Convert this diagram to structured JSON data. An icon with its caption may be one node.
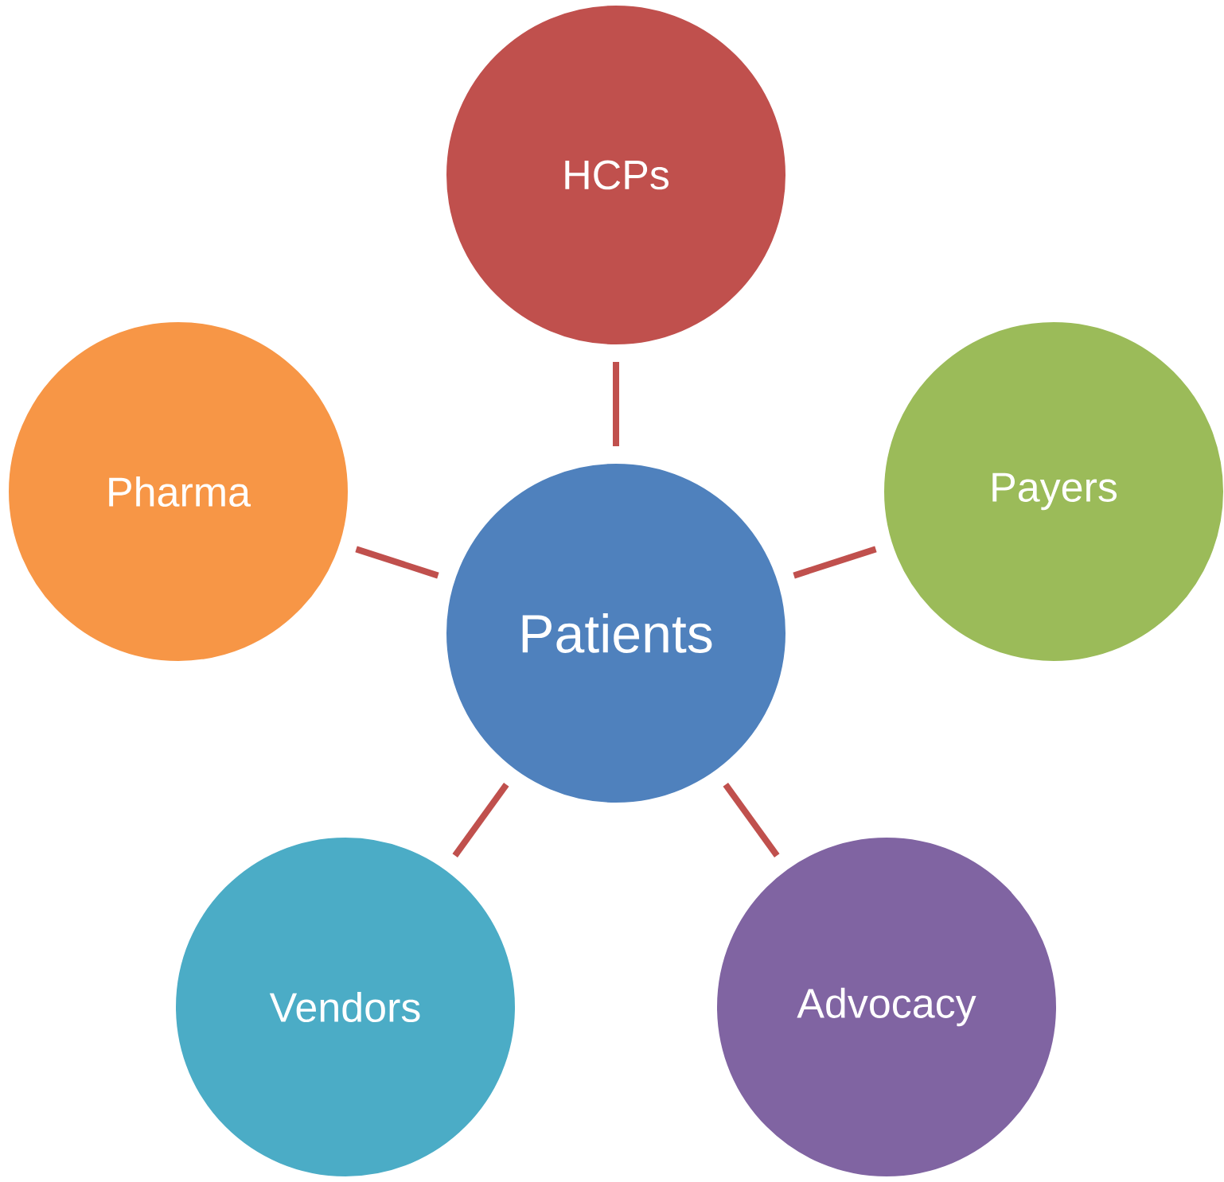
{
  "diagram": {
    "nodes": [
      {
        "text": [
          "HCPs"
        ]
      },
      {
        "text": [
          "Pharma"
        ]
      },
      {
        "text": [
          "Payers"
        ]
      },
      {
        "text": [
          "Patients"
        ]
      },
      {
        "text": [
          "Vendors"
        ]
      },
      {
        "text": [
          "Advocacy"
        ]
      }
    ],
    "edges": [
      {
        "from": 3,
        "to": 0,
        "arrow": "none"
      },
      {
        "from": 3,
        "to": 1,
        "arrow": "none"
      },
      {
        "from": 3,
        "to": 2,
        "arrow": "none"
      },
      {
        "from": 3,
        "to": 4,
        "arrow": "none"
      },
      {
        "from": 3,
        "to": 5,
        "arrow": "none"
      }
    ]
  }
}
